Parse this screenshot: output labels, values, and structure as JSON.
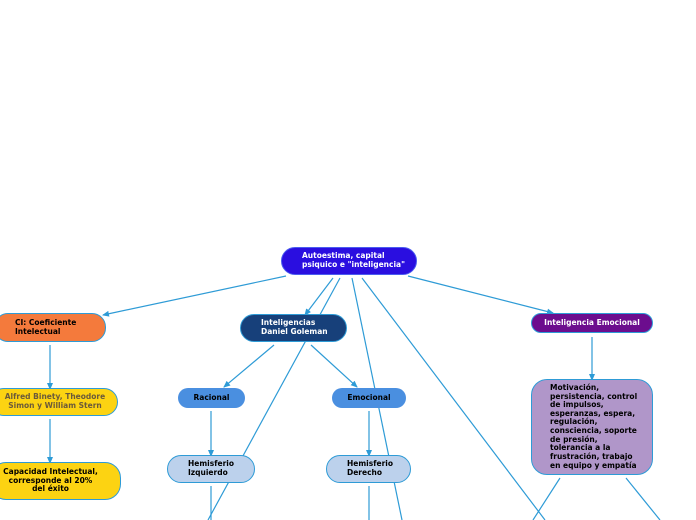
{
  "colors": {
    "line": "#2e9bd6",
    "root_bg": "#2a0ee0",
    "goleman_bg": "#17407a",
    "ci_bg": "#f47a3c",
    "emocional_bg": "#6c0d8e",
    "blue_mid": "#4a8fe0",
    "blue_light": "#bcd1ec",
    "yellow": "#fcd312",
    "lilac": "#b096c9"
  },
  "nodes": {
    "root": "Autoestima, capital psiquico e \"inteligencia\"",
    "goleman": "Inteligencias Daniel Goleman",
    "ci": "CI: Coeficiente Intelectual",
    "int_emocional": "Inteligencia Emocional",
    "racional": "Racional",
    "emocional": "Emocional",
    "hem_izq": "Hemisferio Izquierdo",
    "hem_der": "Hemisferio Derecho",
    "binet": "Alfred Binety, Theodore Simon y William Stern",
    "capacidad": "Capacidad Intelectual, corresponde al 20% del éxito",
    "motivacion": "Motivación, persistencia, control de impulsos, esperanzas, espera, regulación, consciencia, soporte de presión, tolerancia a la frustración, trabajo en equipo y empatía"
  }
}
